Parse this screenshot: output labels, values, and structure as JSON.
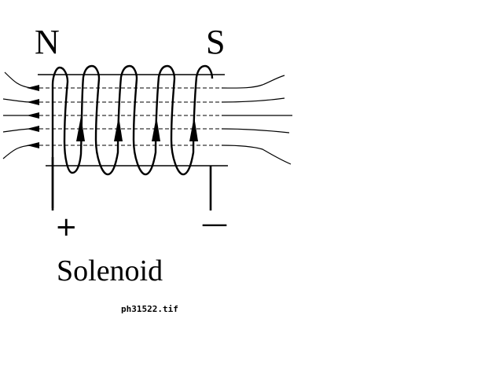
{
  "labels": {
    "north": "N",
    "south": "S",
    "positive": "+",
    "negative": "—",
    "caption": "Solenoid",
    "filename": "ph31522.tif"
  },
  "colors": {
    "ink": "#000000",
    "background": "#ffffff"
  },
  "diagram": {
    "coil_turns": 4,
    "field_line_count": 5,
    "current_arrows": 4
  }
}
